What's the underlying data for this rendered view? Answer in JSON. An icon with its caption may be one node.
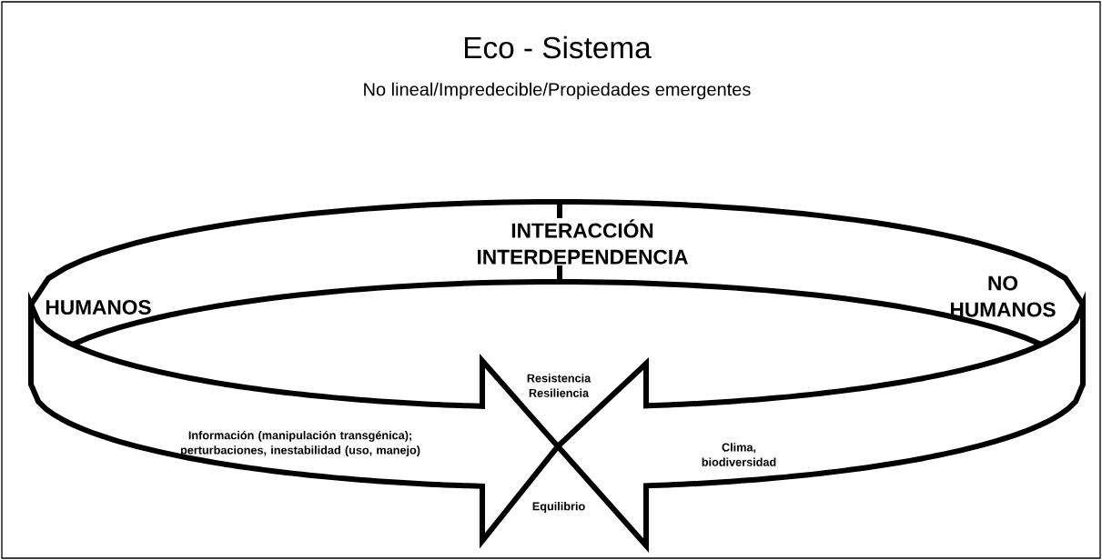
{
  "diagram": {
    "title": "Eco - Sistema",
    "labels": [
      "No lineal/Impredecible/Propiedades emergentes",
      "INTERACCIÓN INTERDEPENDENCIA",
      "HUMANOS",
      "NO HUMANOS",
      "Resistencia Resiliencia",
      "Información (manipulación transgénica); perturbaciones, inestabilidad (uso, manejo)",
      "Clima, biodiversidad",
      "Equilibrio"
    ]
  }
}
